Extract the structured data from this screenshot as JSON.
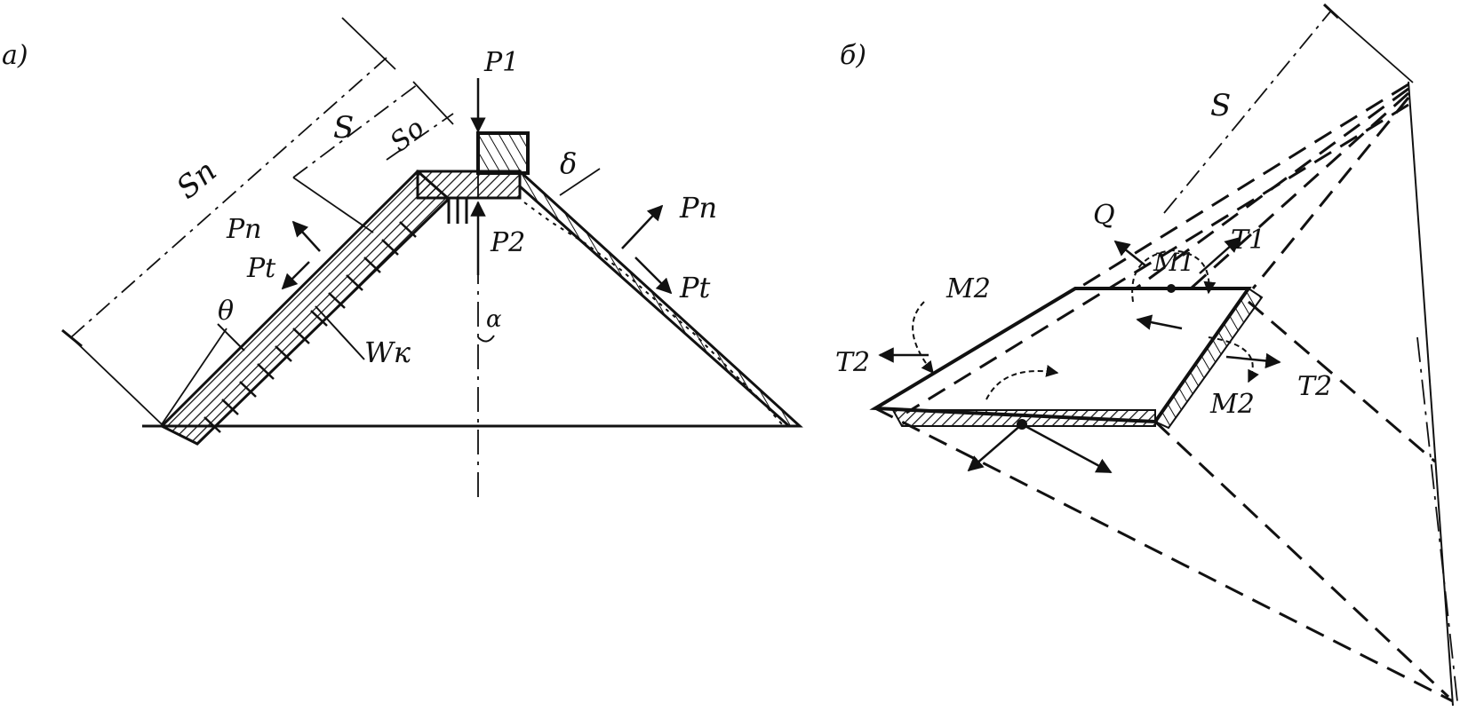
{
  "panels": [
    {
      "id": "a",
      "label": "а)"
    },
    {
      "id": "b",
      "label": "б)"
    }
  ],
  "panel_a": {
    "labels": {
      "Sn": "Sn",
      "S": "S",
      "S0": "So",
      "P1": "P1",
      "P2": "P2",
      "Pn": "Pn",
      "Pt": "Pt",
      "Pn_right": "Pn",
      "Pt_right": "Pt",
      "delta": "δ",
      "theta": "θ",
      "Wk": "Wк",
      "alpha": "α"
    }
  },
  "panel_b": {
    "labels": {
      "S": "S",
      "Q": "Q",
      "T1": "T1",
      "M1": "M1",
      "M2_left": "M2",
      "T2_left": "T2",
      "T2_right": "T2",
      "M2_right": "M2"
    }
  }
}
